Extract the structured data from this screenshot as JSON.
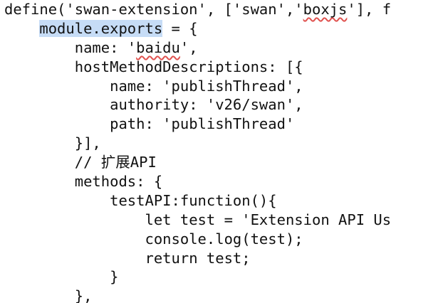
{
  "lines": [
    {
      "indent": "",
      "parts": [
        {
          "t": "define('swan-extension', ['swan','"
        },
        {
          "t": "boxjs",
          "spell": true
        },
        {
          "t": "'], f"
        }
      ]
    },
    {
      "indent": "    ",
      "parts": [
        {
          "t": "module.exports",
          "hl": true
        },
        {
          "t": " = {"
        }
      ]
    },
    {
      "indent": "        ",
      "parts": [
        {
          "t": "name: '"
        },
        {
          "t": "baidu",
          "spell": true
        },
        {
          "t": "',"
        }
      ]
    },
    {
      "indent": "        ",
      "parts": [
        {
          "t": "hostMethodDescriptions: [{"
        }
      ]
    },
    {
      "indent": "            ",
      "parts": [
        {
          "t": "name: 'publishThread',"
        }
      ]
    },
    {
      "indent": "            ",
      "parts": [
        {
          "t": "authority: 'v26/swan',"
        }
      ]
    },
    {
      "indent": "            ",
      "parts": [
        {
          "t": "path: 'publishThread'"
        }
      ]
    },
    {
      "indent": "        ",
      "parts": [
        {
          "t": "}],"
        }
      ]
    },
    {
      "indent": "        ",
      "parts": [
        {
          "t": "// 扩展API"
        }
      ]
    },
    {
      "indent": "        ",
      "parts": [
        {
          "t": "methods: {"
        }
      ]
    },
    {
      "indent": "            ",
      "parts": [
        {
          "t": "testAPI:function(){"
        }
      ]
    },
    {
      "indent": "                ",
      "parts": [
        {
          "t": "let test = 'Extension API Us"
        }
      ]
    },
    {
      "indent": "                ",
      "parts": [
        {
          "t": "console.log(test);"
        }
      ]
    },
    {
      "indent": "                ",
      "parts": [
        {
          "t": "return test;"
        }
      ]
    },
    {
      "indent": "            ",
      "parts": [
        {
          "t": "}"
        }
      ]
    },
    {
      "indent": "        ",
      "parts": [
        {
          "t": "},"
        }
      ]
    }
  ]
}
